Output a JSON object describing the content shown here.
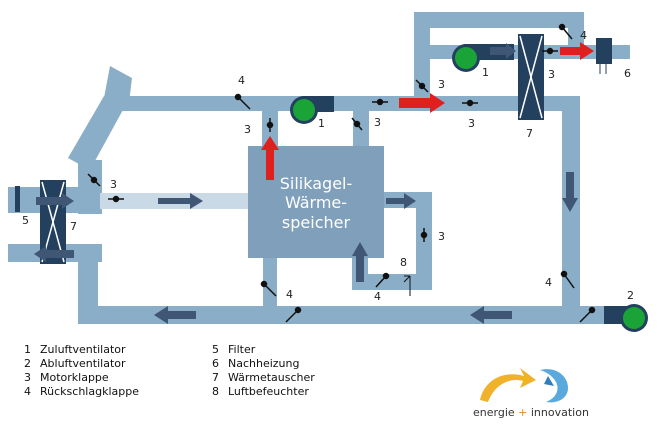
{
  "storage": {
    "line1": "Silikagel-",
    "line2": "Wärme-",
    "line3": "speicher"
  },
  "labels": {
    "motor_flap": "3",
    "check_valve": "4",
    "supply_fan": "1",
    "exhaust_fan": "2",
    "filter": "5",
    "reheater": "6",
    "heat_exchanger": "7",
    "humidifier": "8"
  },
  "legend": [
    {
      "num": "1",
      "text": "Zuluftventilator"
    },
    {
      "num": "2",
      "text": "Abluftventilator"
    },
    {
      "num": "3",
      "text": "Motorklappe"
    },
    {
      "num": "4",
      "text": "Rückschlagklappe"
    },
    {
      "num": "5",
      "text": "Filter"
    },
    {
      "num": "6",
      "text": "Nachheizung"
    },
    {
      "num": "7",
      "text": "Wärmetauscher"
    },
    {
      "num": "8",
      "text": "Luftbefeuchter"
    }
  ],
  "logo": {
    "part1": "energie",
    "plus": "+",
    "part2": "innovation"
  },
  "colors": {
    "duct": "#8aaec8",
    "duct_light": "#c9d9e6",
    "storage": "#7f9fba",
    "arrow": "#3f5674",
    "hot_arrow": "#e01f1f",
    "fan": "#1aa336",
    "equipment": "#24405f"
  }
}
